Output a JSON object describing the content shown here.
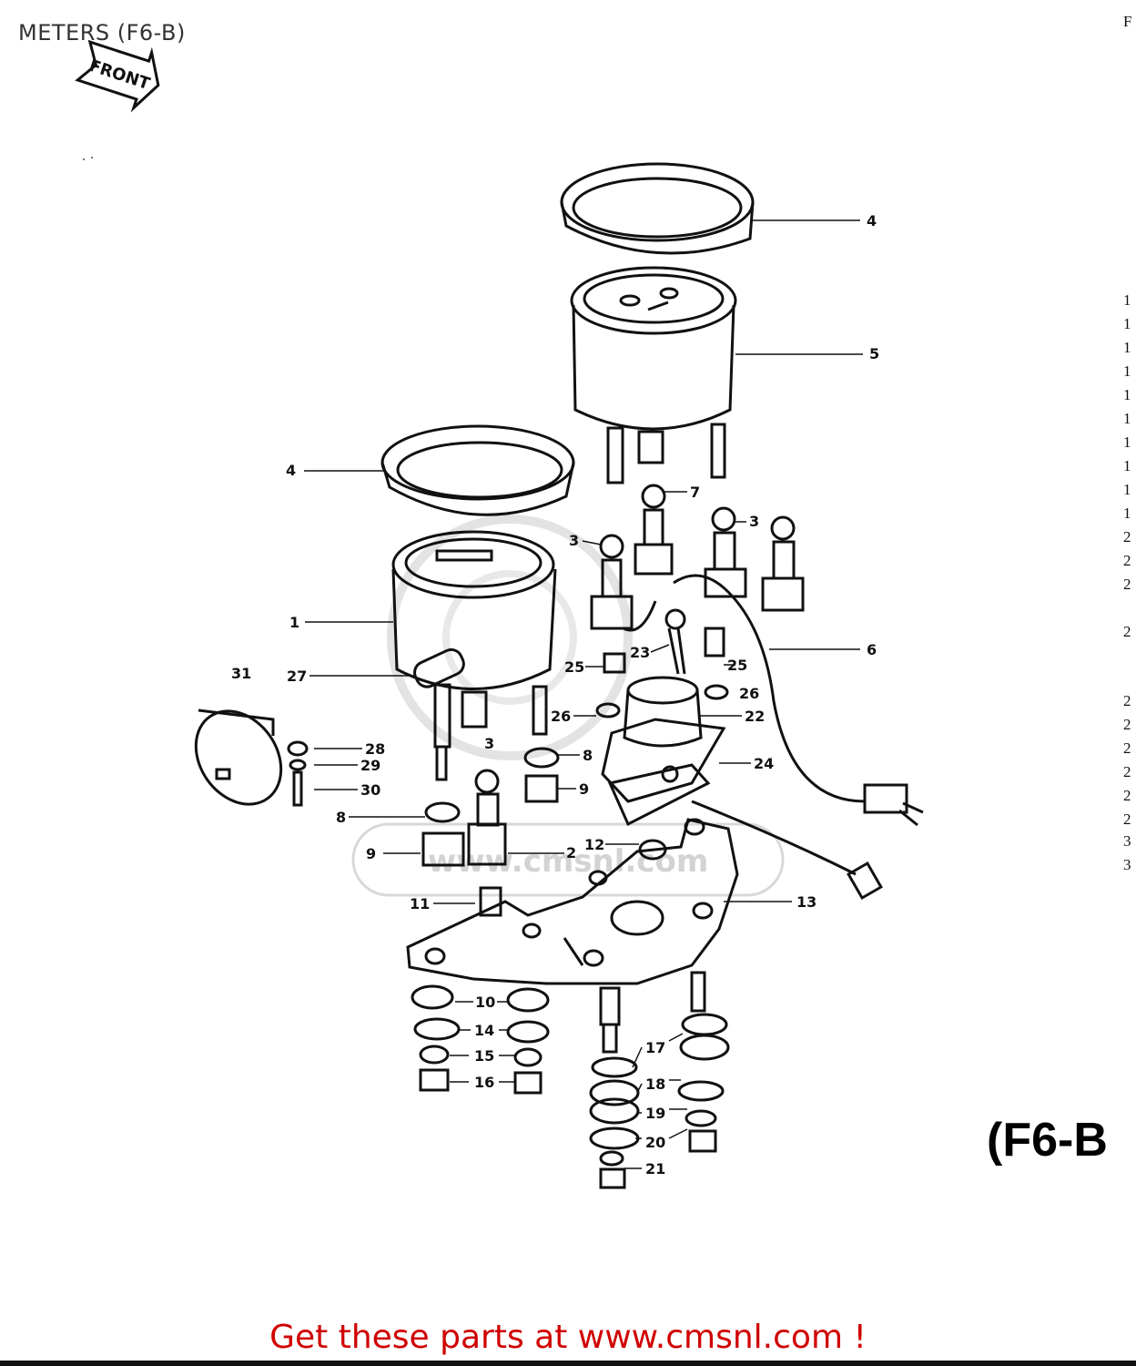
{
  "header": {
    "title": "METERS (F6-B)",
    "top_right_glyph": "F"
  },
  "front_arrow": {
    "label": "FRONT"
  },
  "parts_list_edge_glyphs": [
    "1",
    "1",
    "1",
    "1",
    "1",
    "1",
    "1",
    "1",
    "1",
    "1",
    "2",
    "2",
    "2",
    "2",
    "2",
    "2",
    "2",
    "2",
    "2",
    "2",
    "3",
    "3"
  ],
  "callouts": [
    "1",
    "2",
    "3",
    "3",
    "3",
    "4",
    "4",
    "5",
    "6",
    "7",
    "8",
    "8",
    "9",
    "9",
    "10",
    "11",
    "12",
    "13",
    "14",
    "15",
    "16",
    "17",
    "18",
    "19",
    "20",
    "21",
    "22",
    "23",
    "24",
    "25",
    "25",
    "26",
    "26",
    "27",
    "28",
    "29",
    "30",
    "31"
  ],
  "watermark": {
    "text": "www.cmsnl.com",
    "color": "#cccccc"
  },
  "section_tag": "(F6-B",
  "footer": {
    "link_text": "Get these parts at www.cmsnl.com !",
    "link_color": "#d00000"
  },
  "colors": {
    "line": "#111111",
    "background": "#ffffff"
  }
}
